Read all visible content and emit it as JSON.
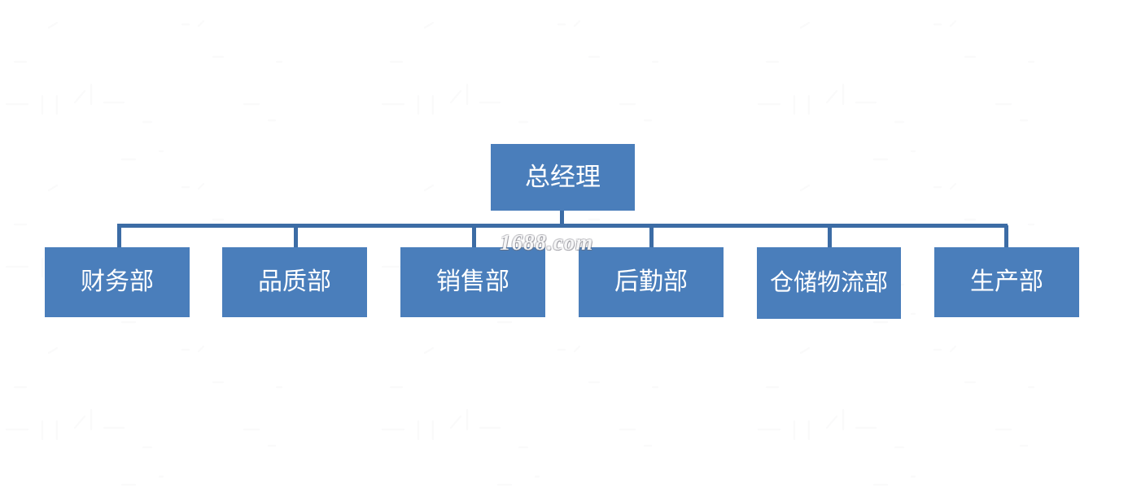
{
  "diagram": {
    "type": "organizational-chart",
    "orientation": "top-down",
    "title": "",
    "node_fill_color": "#4a7ebb",
    "node_text_color": "#ffffff",
    "connector_color": "#3c6ca5",
    "background_color": "#ffffff",
    "root": {
      "label": "总经理"
    },
    "departments": [
      {
        "label": "财务部"
      },
      {
        "label": "品质部"
      },
      {
        "label": "销售部"
      },
      {
        "label": "后勤部"
      },
      {
        "label": "仓储物流部"
      },
      {
        "label": "生产部"
      }
    ]
  },
  "watermark": {
    "text": "1688.com"
  }
}
